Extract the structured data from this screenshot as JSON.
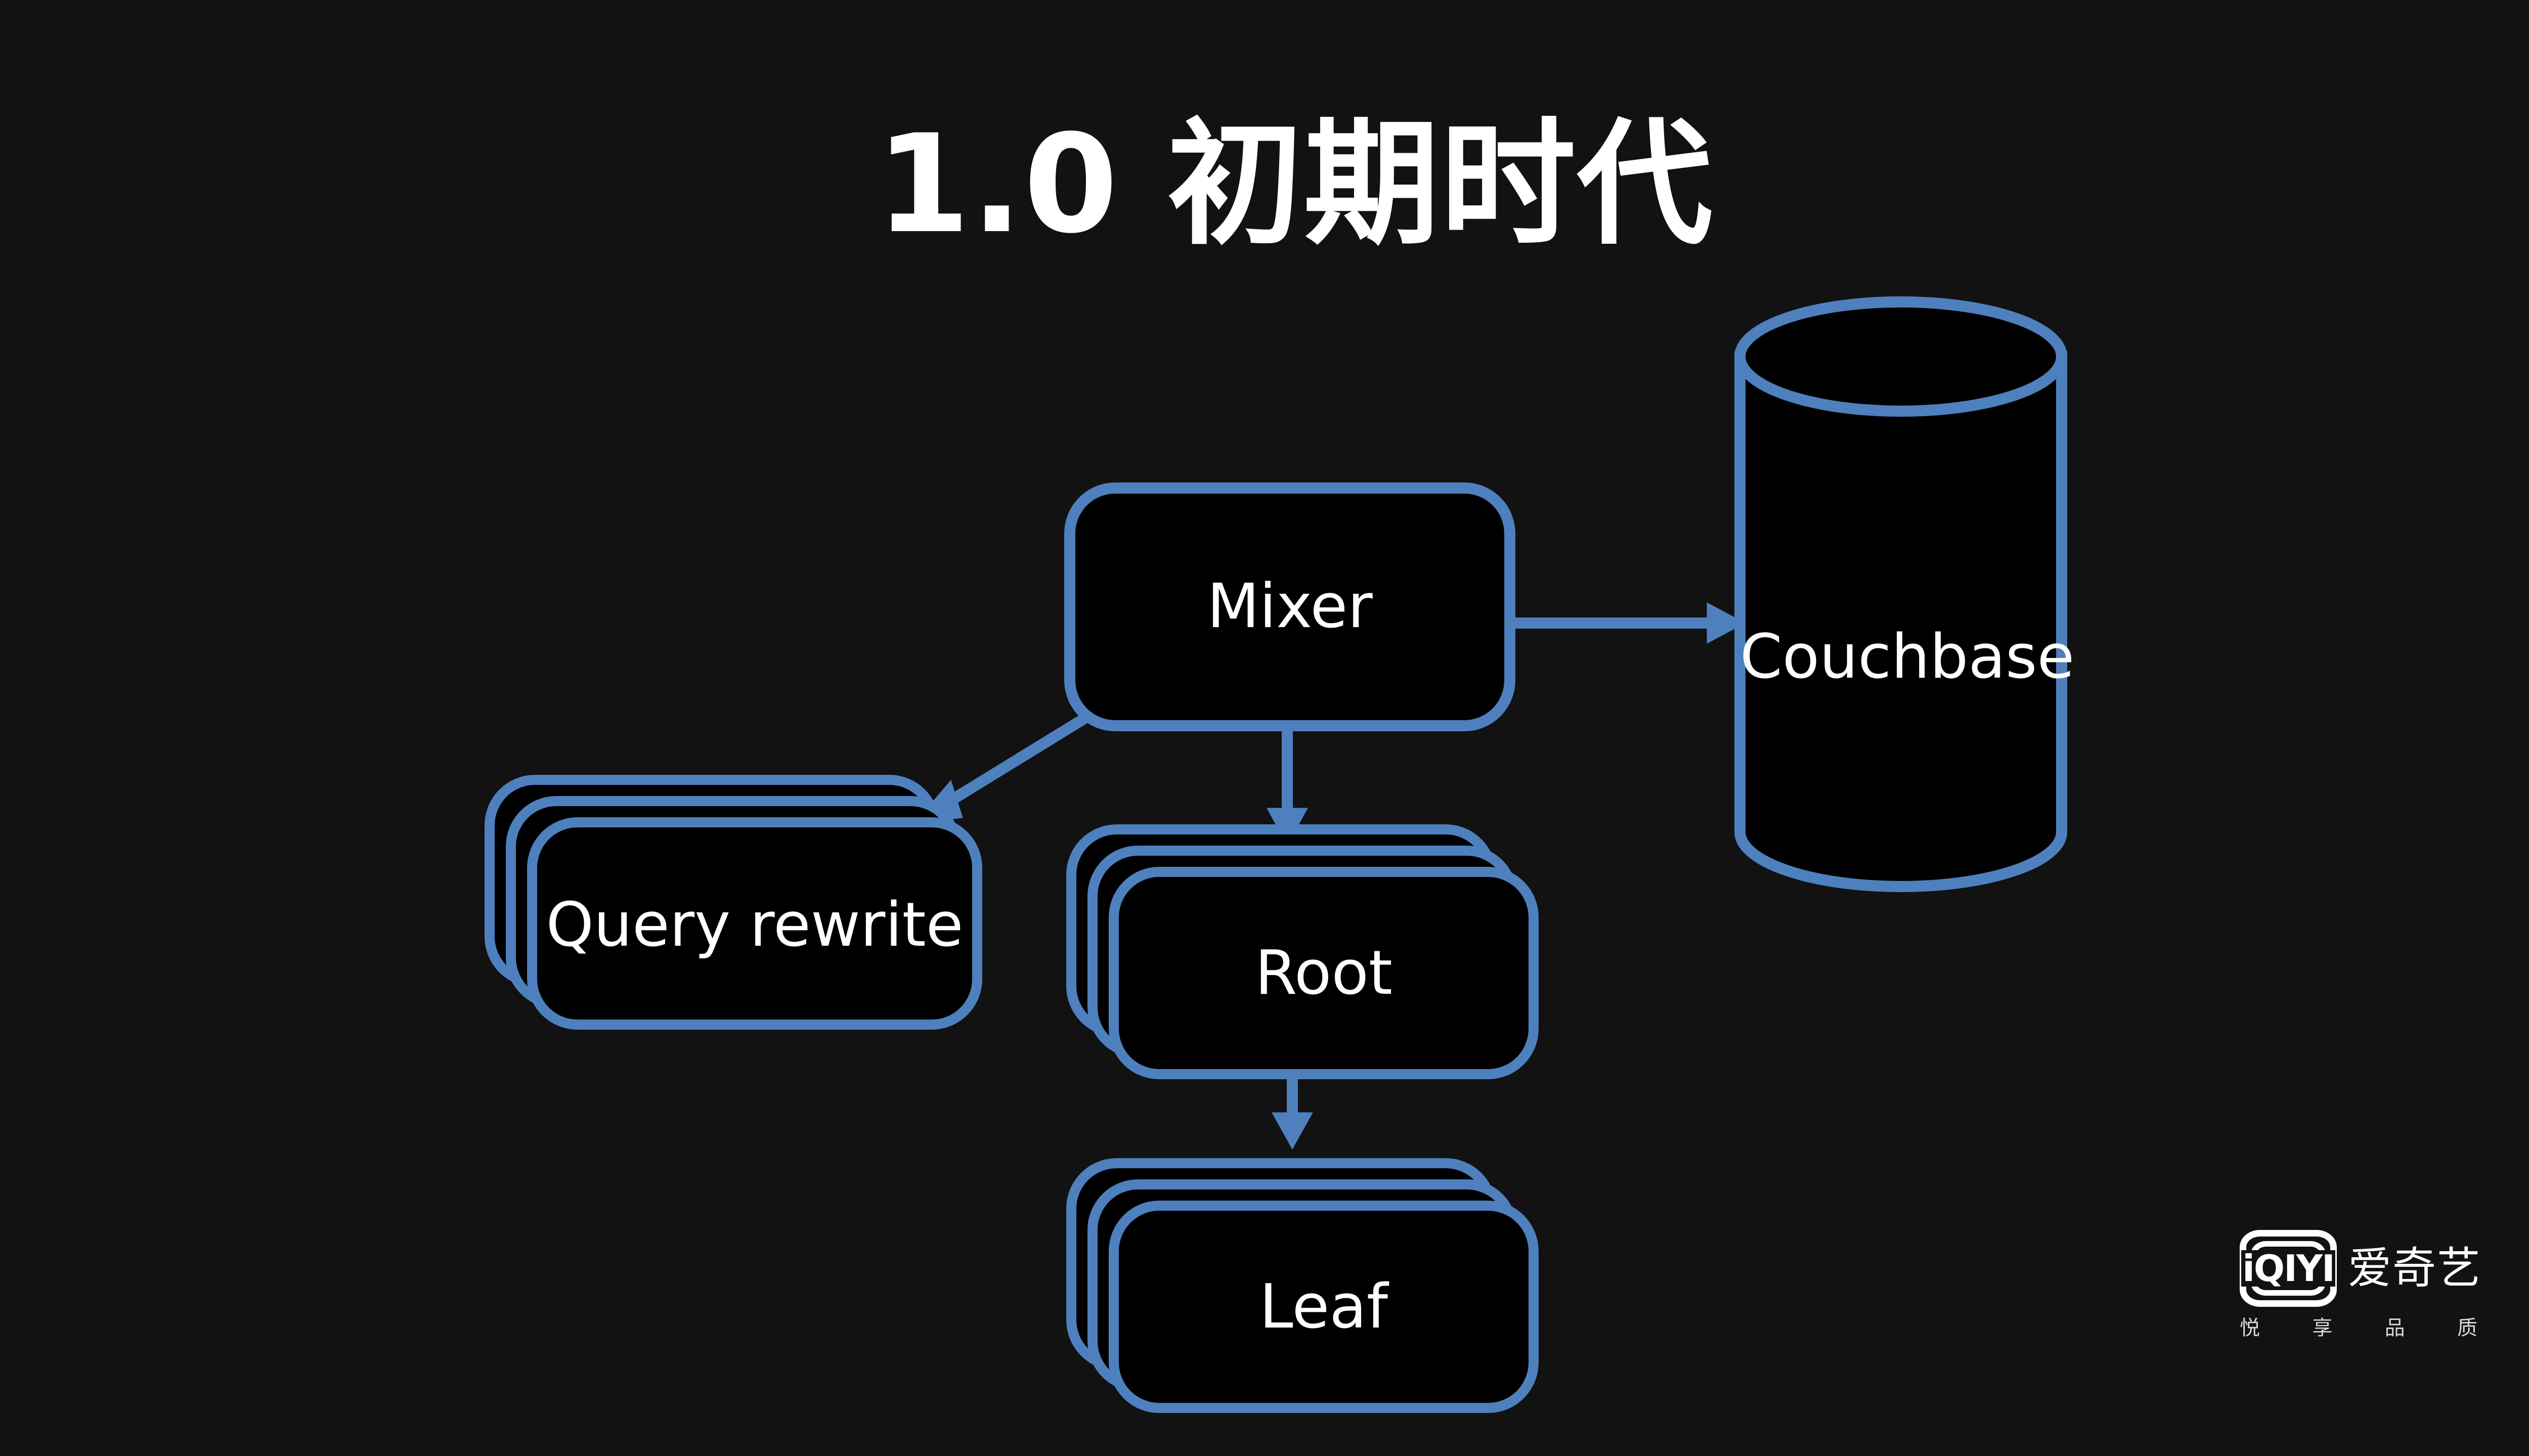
{
  "slide": {
    "title": "1.0 初期时代",
    "background_color": "#121212"
  },
  "theme": {
    "accent_color": "#4E80BE",
    "node_fill_color": "#000000",
    "text_color": "#ffffff"
  },
  "diagram": {
    "nodes": [
      {
        "id": "mixer",
        "label": "Mixer",
        "shape": "rounded-rect",
        "stacked": false
      },
      {
        "id": "couchbase",
        "label": "Couchbase",
        "shape": "cylinder",
        "stacked": false
      },
      {
        "id": "query-rewrite",
        "label": "Query rewrite",
        "shape": "rounded-rect-stack",
        "stacked": true
      },
      {
        "id": "root",
        "label": "Root",
        "shape": "rounded-rect-stack",
        "stacked": true
      },
      {
        "id": "leaf",
        "label": "Leaf",
        "shape": "rounded-rect-stack",
        "stacked": true
      }
    ],
    "edges": [
      {
        "from": "mixer",
        "to": "couchbase",
        "direction": "right"
      },
      {
        "from": "mixer",
        "to": "query-rewrite",
        "direction": "down-left"
      },
      {
        "from": "mixer",
        "to": "root",
        "direction": "down"
      },
      {
        "from": "root",
        "to": "leaf",
        "direction": "down"
      }
    ]
  },
  "logo": {
    "mark_text": "iQIYI",
    "brand_cn": "爱奇艺",
    "tagline": [
      "悦",
      "享",
      "品",
      "质"
    ]
  }
}
